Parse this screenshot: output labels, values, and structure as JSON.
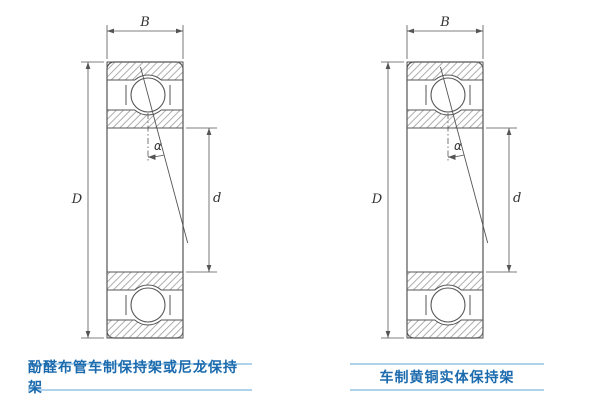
{
  "figure": {
    "background": "#ffffff",
    "line_color": "#555555",
    "hatch_color": "#9a9a9a"
  },
  "caption_style": {
    "text_color": "#1a6aad",
    "rule_color": "#aed3ea"
  },
  "diagrams": [
    {
      "caption": "酚醛布管车制保持架或尼龙保持架",
      "labels": {
        "width": "B",
        "outer_diameter": "D",
        "bore": "d",
        "contact_angle": "α"
      }
    },
    {
      "caption": "车制黄铜实体保持架",
      "labels": {
        "width": "B",
        "outer_diameter": "D",
        "bore": "d",
        "contact_angle": "α"
      }
    }
  ]
}
